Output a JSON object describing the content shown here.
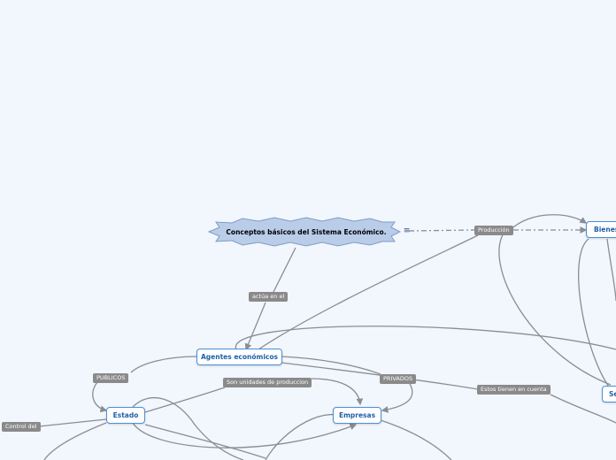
{
  "root": {
    "title": "Conceptos básicos del Sistema Económico.",
    "menu_icon": "≡"
  },
  "nodes": {
    "agentes": "Agentes económicos",
    "estado": "Estado",
    "empresas": "Empresas",
    "bienes": "Bienes",
    "servicios": "Se"
  },
  "tags": {
    "produccion": "Producción",
    "actua": "actúa en el",
    "publicos": "PUBLICOS",
    "unidades": "Son unidades de produccion",
    "privados": "PRIVADOS",
    "estos": "Estos tienen en cuenta",
    "control": "Control del"
  },
  "colors": {
    "background": "#f2f6fd",
    "node_border": "#4a90d9",
    "node_text": "#1f5fa8",
    "connector": "#8a8d94",
    "tag_bg": "#8a8a8a",
    "root_fill": "#b9cde8"
  }
}
